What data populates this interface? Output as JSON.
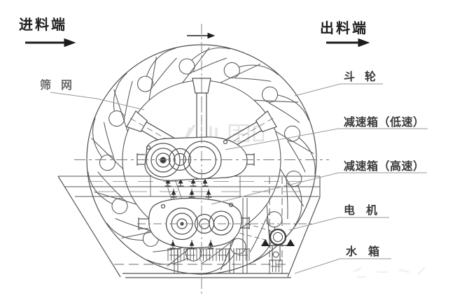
{
  "labels": {
    "feed_end": "进料端",
    "discharge_end": "出料端",
    "screen_mesh": "筛 网",
    "bucket_wheel": "斗 轮",
    "reducer_low": "减速箱（低速）",
    "reducer_high": "减速箱（高速）",
    "motor": "电 机",
    "water_tank": "水 箱"
  },
  "colors": {
    "background": "#ffffff",
    "line": "#4f4f4f",
    "leader": "#979797",
    "text": "#3a3a3a",
    "header_text": "#1f1f1f",
    "arrow": "#1c1c1c",
    "watermark": "#d6d6d6"
  }
}
